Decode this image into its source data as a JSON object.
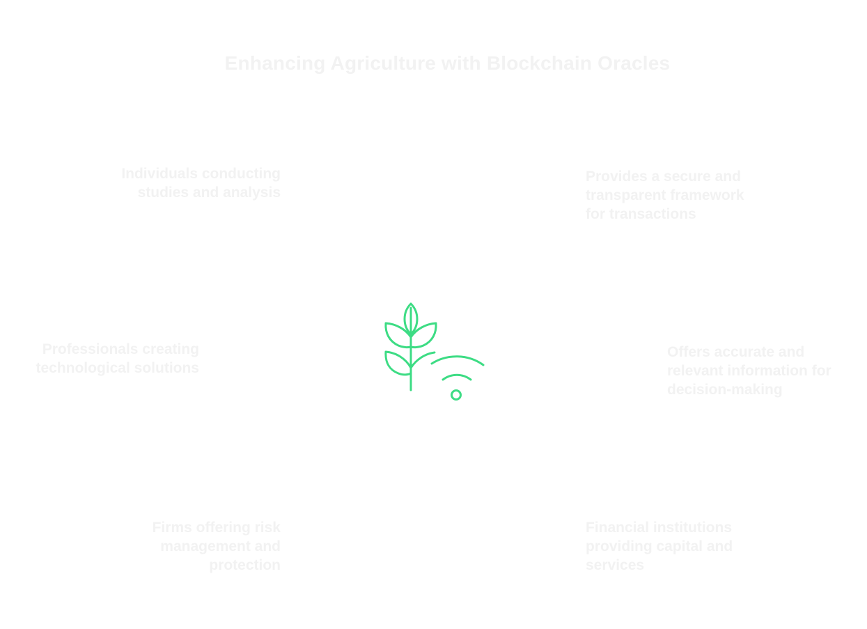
{
  "title": "Enhancing Agriculture with Blockchain Oracles",
  "center": {
    "icon": "agriculture-wifi-icon",
    "color": "#3ddc84"
  },
  "labels": {
    "researchers": "Individuals conducting studies and analysis",
    "developers": "Professionals creating technological solutions",
    "insurers": "Firms offering risk management and protection",
    "blockchain": "Provides a secure and transparent framework for transactions",
    "oracles": "Offers accurate and relevant information for decision-making",
    "banks": "Financial institutions providing capital and services"
  }
}
